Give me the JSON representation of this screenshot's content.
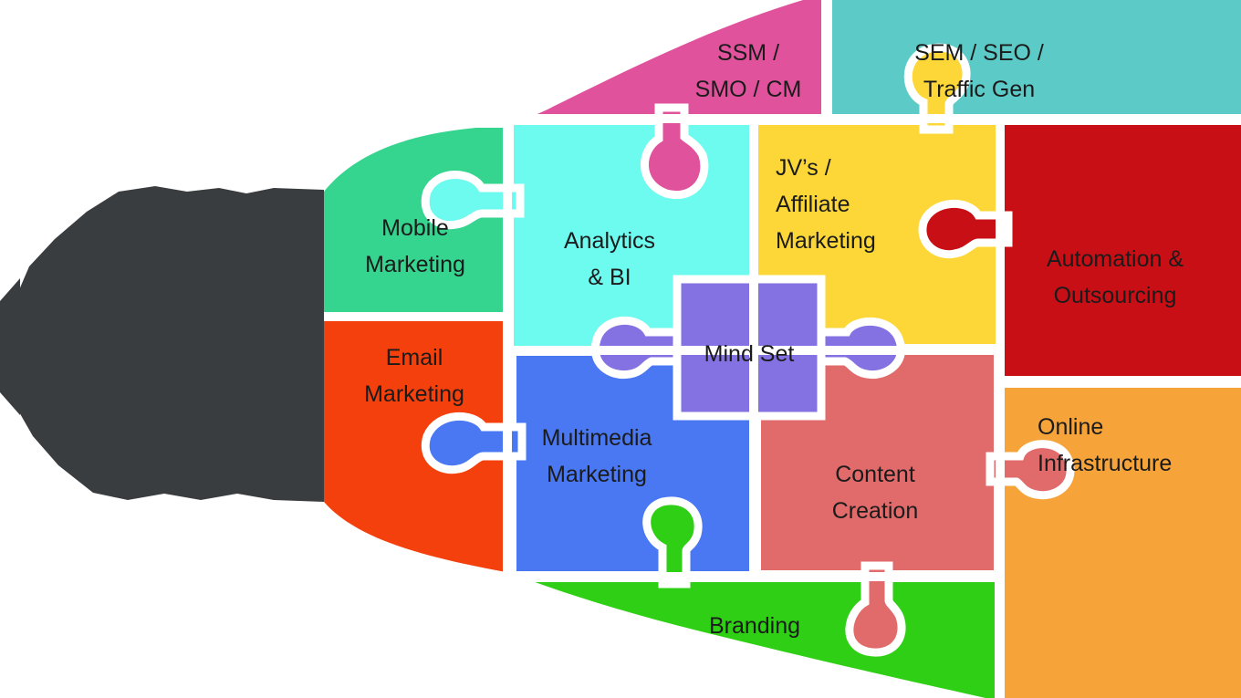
{
  "diagram": {
    "bulb_base_color": "#3a3d3f",
    "pieces": [
      {
        "id": "ssm",
        "lines": [
          "SSM /",
          "SMO / CM"
        ],
        "color": "#e0529c"
      },
      {
        "id": "sem",
        "lines": [
          "SEM / SEO /",
          "Traffic Gen"
        ],
        "color": "#5ccbc7"
      },
      {
        "id": "mobile",
        "lines": [
          "Mobile",
          "Marketing"
        ],
        "color": "#35d48f"
      },
      {
        "id": "analytics",
        "lines": [
          "Analytics",
          "& BI"
        ],
        "color": "#6cfbee"
      },
      {
        "id": "jv",
        "lines": [
          "JV’s /",
          "Affiliate",
          "Marketing"
        ],
        "color": "#fdd738"
      },
      {
        "id": "automation",
        "lines": [
          "Automation &",
          "Outsourcing"
        ],
        "color": "#c80f16"
      },
      {
        "id": "email",
        "lines": [
          "Email",
          "Marketing"
        ],
        "color": "#f4400c"
      },
      {
        "id": "multimedia",
        "lines": [
          "Multimedia",
          "Marketing"
        ],
        "color": "#4a78f3"
      },
      {
        "id": "mindset",
        "lines": [
          "Mind Set"
        ],
        "color": "#8472e3"
      },
      {
        "id": "content",
        "lines": [
          "Content",
          "Creation"
        ],
        "color": "#e16a6a"
      },
      {
        "id": "online",
        "lines": [
          "Online",
          "Infrastructure"
        ],
        "color": "#f6a43a"
      },
      {
        "id": "branding",
        "lines": [
          "Branding"
        ],
        "color": "#2ecf14"
      }
    ]
  }
}
